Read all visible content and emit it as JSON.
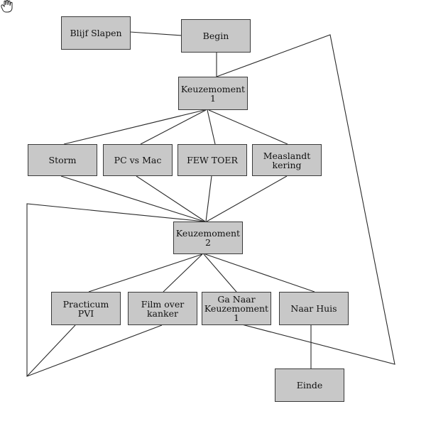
{
  "diagram": {
    "nodes": {
      "blijf_slapen": "Blijf Slapen",
      "begin": "Begin",
      "keuze1": "Keuzemoment\n1",
      "storm": "Storm",
      "pc_vs_mac": "PC vs Mac",
      "few_toer": "FEW TOER",
      "measlandt": "Measlandt\nkering",
      "keuze2": "Keuzemoment\n2",
      "practicum": "Practicum\nPVI",
      "film": "Film over\nkanker",
      "ga_naar": "Ga Naar\nKeuzemoment\n1",
      "naar_huis": "Naar Huis",
      "einde": "Einde"
    },
    "edges": [
      [
        "blijf_slapen",
        "begin"
      ],
      [
        "begin",
        "keuze1"
      ],
      [
        "keuze1",
        "storm"
      ],
      [
        "keuze1",
        "pc_vs_mac"
      ],
      [
        "keuze1",
        "few_toer"
      ],
      [
        "keuze1",
        "measlandt"
      ],
      [
        "storm",
        "keuze2"
      ],
      [
        "pc_vs_mac",
        "keuze2"
      ],
      [
        "few_toer",
        "keuze2"
      ],
      [
        "measlandt",
        "keuze2"
      ],
      [
        "keuze2",
        "practicum"
      ],
      [
        "keuze2",
        "film"
      ],
      [
        "keuze2",
        "ga_naar"
      ],
      [
        "keuze2",
        "naar_huis"
      ],
      [
        "naar_huis",
        "einde"
      ],
      [
        "practicum",
        "keuze2"
      ],
      [
        "film",
        "keuze2"
      ],
      [
        "ga_naar",
        "keuze1"
      ]
    ],
    "icons": {
      "cursor": "hand-cursor-icon"
    }
  }
}
